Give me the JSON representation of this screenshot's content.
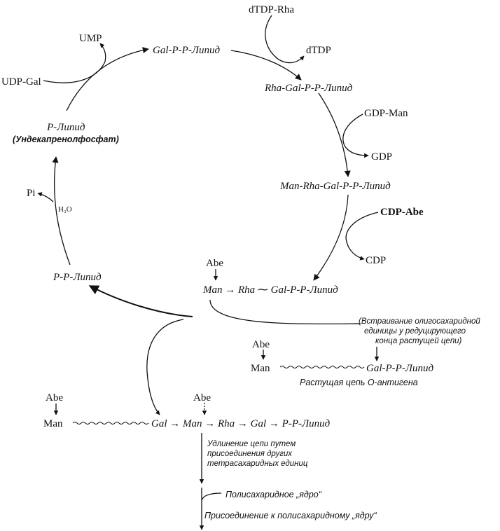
{
  "labels": {
    "gal_pp_lipid": "Gal-P-P-Липид",
    "ump": "UMP",
    "udp_gal": "UDP-Gal",
    "dtdp_rha": "dTDP-Rha",
    "dtdp": "dTDP",
    "rha_gal_pp_lipid": "Rha-Gal-P-P-Липид",
    "gdp_man": "GDP-Man",
    "gdp": "GDP",
    "man_rha_gal_pp_lipid": "Man-Rha-Gal-P-P-Липид",
    "cdp_abe": "CDP-Abe",
    "cdp": "CDP",
    "p_lipid": "P-Липид",
    "undecaprenol": "(Ундекапренолфосфат)",
    "pi": "Pi",
    "h2o": "H₂O",
    "pp_lipid": "P-P-Липид",
    "abe1": "Abe",
    "man_rha_gal_row": "Man → Rha ⁓ Gal-P-P-Липид",
    "note_insert_1": "(Встраивание олигосахаридной",
    "note_insert_2": "единицы у редуцирующего",
    "note_insert_3": "конца растущей цепи)",
    "abe2": "Abe",
    "man2": "Man",
    "gal_pp_lipid2": "Gal-P-P-Липид",
    "growing_chain": "Растущая цепь О-антигена",
    "abe3": "Abe",
    "man3": "Man",
    "abe4": "Abe",
    "bottom_chain": "Gal → Man → Rha → Gal → P-P-Липид",
    "note_elong_1": "Удлинение цепи путем",
    "note_elong_2": "присоединения других",
    "note_elong_3": "тетрасахаридных единиц",
    "core": "Полисахаридное „ядро“",
    "attach_core": "Присоединение к полисахаридному „ядру“"
  }
}
